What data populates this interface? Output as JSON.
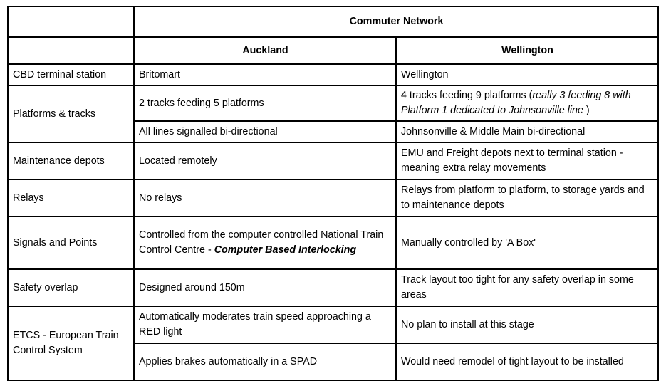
{
  "table": {
    "title": "Commuter Network",
    "columns": {
      "corner": "",
      "auckland": "Auckland",
      "wellington": "Wellington"
    },
    "rows": [
      {
        "label": "CBD terminal station",
        "auckland": "Britomart",
        "wellington": "Wellington",
        "auckland_fill": "#FFFFFF",
        "wellington_fill": "#FFFFFF"
      },
      {
        "label": "Platforms & tracks",
        "auckland": "2 tracks feeding 5 platforms",
        "wellington_lead": "4 tracks feeding 9 platforms (",
        "wellington_italic": "really 3 feeding 8 with Platform 1 dedicated to Johnsonville line",
        "wellington_tail": " )",
        "auckland_fill": "#FFFFFF",
        "wellington_fill": "#FFFFFF"
      },
      {
        "label": "",
        "auckland": "All lines signalled bi-directional",
        "wellington": "Johnsonville & Middle Main bi-directional",
        "auckland_fill": "#FFFFFF",
        "wellington_fill": "#FFFFFF"
      },
      {
        "label": "Maintenance depots",
        "auckland": "Located remotely",
        "wellington": "EMU and Freight depots next to terminal station - meaning extra relay movements",
        "auckland_fill": "#92D050",
        "wellington_fill": "#FFFF00"
      },
      {
        "label": "Relays",
        "auckland": "No relays",
        "wellington": "Relays from platform to platform, to storage yards and to maintenance depots",
        "auckland_fill": "#92D050",
        "wellington_fill": "#FFFF00"
      },
      {
        "label": "Signals and Points",
        "auckland_lead": "Controlled from the computer controlled National Train Control Centre - ",
        "auckland_bolditalic": "Computer Based Interlocking",
        "wellington": "Manually controlled by 'A Box'",
        "auckland_fill": "#92D050",
        "wellington_fill": "#FFFF00"
      },
      {
        "label": "Safety overlap",
        "auckland": "Designed around 150m",
        "wellington": "Track layout too tight for any safety overlap in some areas",
        "auckland_fill": "#92D050",
        "wellington_fill": "#FFFF00"
      },
      {
        "label": "ETCS - European Train Control System",
        "auckland": "Automatically moderates train speed approaching a RED light",
        "wellington": "No plan to install at this stage",
        "auckland_fill": "#92D050",
        "wellington_fill": "#FFFF00"
      },
      {
        "label": "",
        "auckland": "Applies brakes automatically in a SPAD",
        "wellington": "Would need remodel of tight layout to be installed",
        "auckland_fill": "#92D050",
        "wellington_fill": "#FFFF00"
      }
    ]
  },
  "colors": {
    "green_fill": "#92D050",
    "yellow_fill": "#FFFF00",
    "grid_line": "#000000",
    "page_background": "#FFFFFF",
    "text": "#000000"
  }
}
